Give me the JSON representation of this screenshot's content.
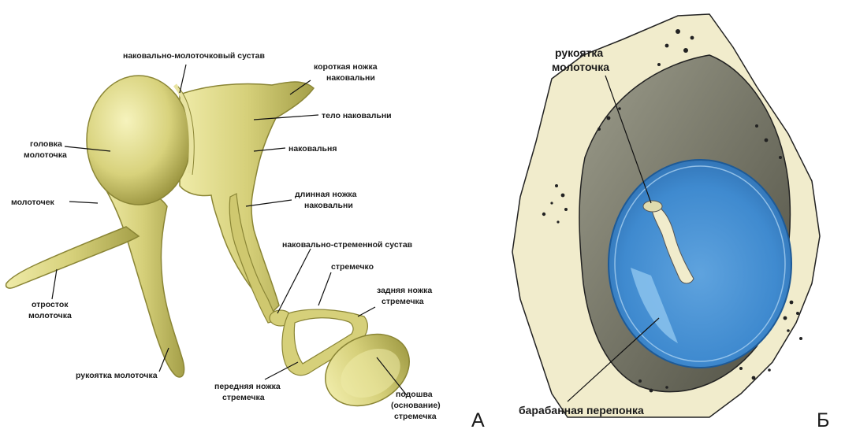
{
  "colors": {
    "bone": "#d6d07a",
    "bone_light": "#f0eeb0",
    "bone_dark": "#8f8a35",
    "membrane": "#3a8ad0",
    "membrane_light": "#8fc6ef",
    "temporal_bone": "#f1eccc",
    "cavity": "#6b6b5a"
  },
  "panel_a": {
    "letter": "А",
    "labels": {
      "incudomalleolar_joint": "наковально-молоточковый сустав",
      "short_limb_l1": "короткая ножка",
      "short_limb_l2": "наковальни",
      "incus_body": "тело наковальни",
      "malleus_head_l1": "головка",
      "malleus_head_l2": "молоточка",
      "incus": "наковальня",
      "long_limb_l1": "длинная ножка",
      "long_limb_l2": "наковальни",
      "malleus": "молоточек",
      "incudostapedial_joint": "наковально-стременной сустав",
      "stapes": "стремечко",
      "posterior_crus_l1": "задняя ножка",
      "posterior_crus_l2": "стремечка",
      "malleus_process_l1": "отросток",
      "malleus_process_l2": "молоточка",
      "malleus_handle": "рукоятка молоточка",
      "anterior_crus_l1": "передняя ножка",
      "anterior_crus_l2": "стремечка",
      "footplate_l1": "подошва",
      "footplate_l2": "(основание)",
      "footplate_l3": "стремечка"
    }
  },
  "panel_b": {
    "letter": "Б",
    "labels": {
      "handle_l1": "рукоятка",
      "handle_l2": "молоточка",
      "tympanic_membrane": "барабанная перепонка"
    }
  }
}
